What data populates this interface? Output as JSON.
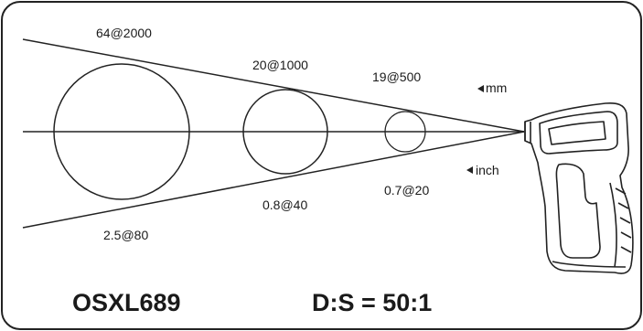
{
  "diagram": {
    "labels_mm": [
      "64@2000",
      "20@1000",
      "19@500"
    ],
    "labels_inch": [
      "2.5@80",
      "0.8@40",
      "0.7@20"
    ],
    "unit_mm": "mm",
    "unit_inch": "inch",
    "model": "OSXL689",
    "ratio": "D:S = 50:1"
  },
  "colors": {
    "line": "#222222",
    "text": "#1a1a1a",
    "background": "#ffffff"
  },
  "icons": {
    "device": "infrared-thermometer-gun-icon",
    "pointer": "left-triangle-pointer-icon"
  }
}
